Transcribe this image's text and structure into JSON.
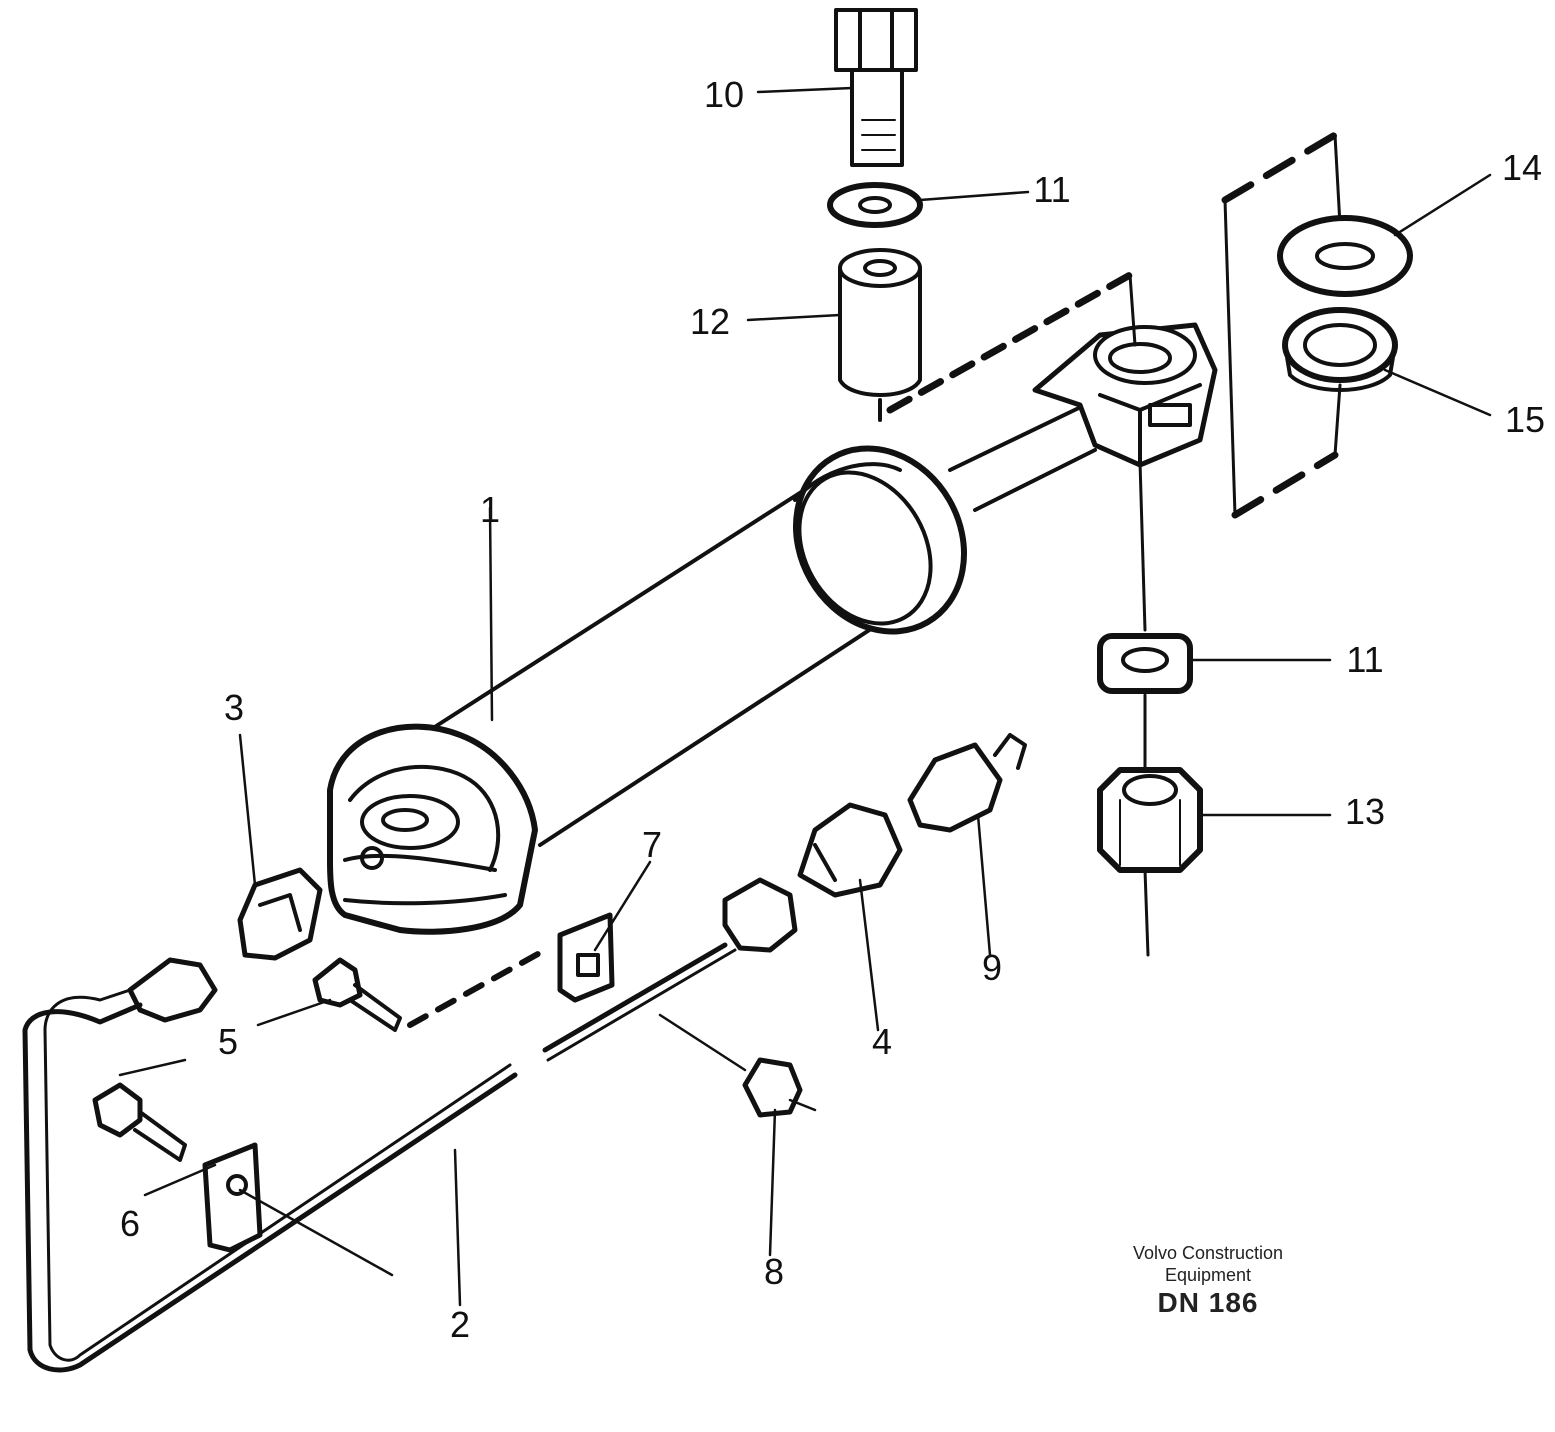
{
  "diagram": {
    "callouts": {
      "c1": "1",
      "c2": "2",
      "c3": "3",
      "c4": "4",
      "c5": "5",
      "c6": "6",
      "c7": "7",
      "c8": "8",
      "c9": "9",
      "c10": "10",
      "c11a": "11",
      "c11b": "11",
      "c12": "12",
      "c13": "13",
      "c14": "14",
      "c15": "15"
    },
    "credit": {
      "line1": "Volvo Construction",
      "line2": "Equipment",
      "reference": "DN 186"
    }
  }
}
